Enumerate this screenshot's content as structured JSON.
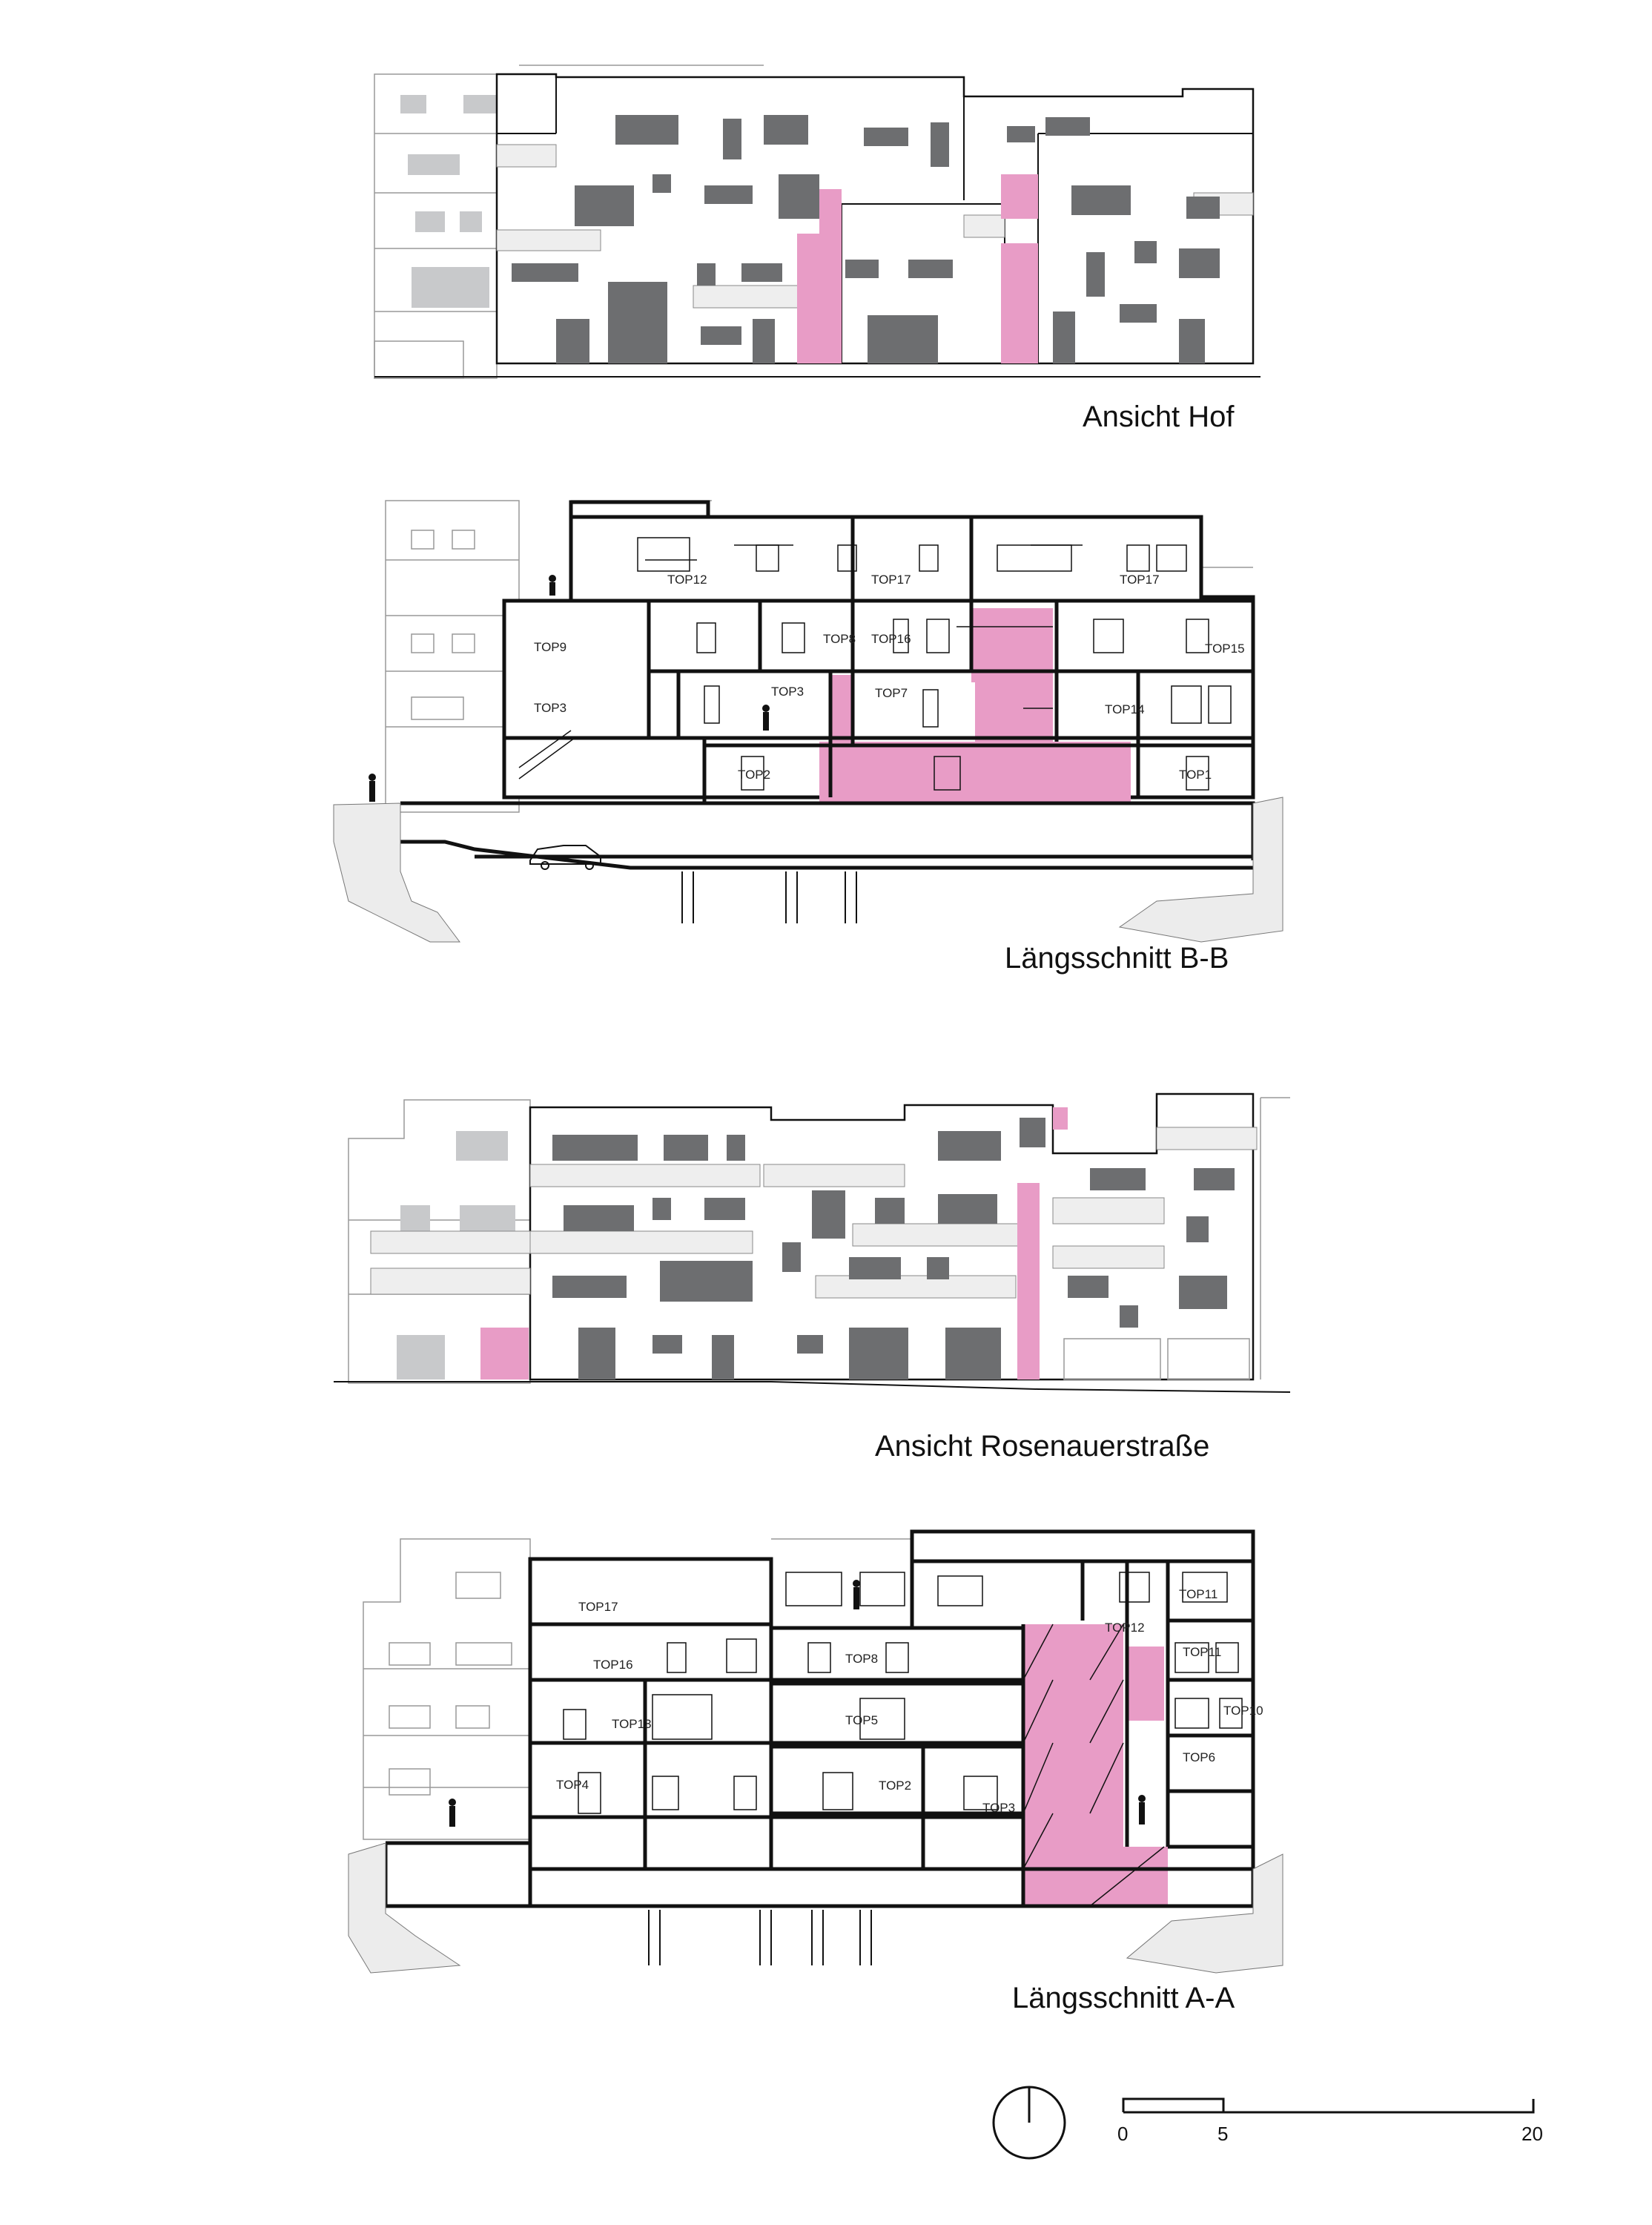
{
  "drawings": [
    {
      "title": "Ansicht Hof"
    },
    {
      "title": "Längsschnitt B-B"
    },
    {
      "title": "Ansicht Rosenauerstraße"
    },
    {
      "title": "Längsschnitt A-A"
    }
  ],
  "units_bb": [
    "TOP12",
    "TOP17",
    "TOP17",
    "TOP9",
    "TOP8",
    "TOP16",
    "TOP15",
    "TOP3",
    "TOP3",
    "TOP7",
    "TOP14",
    "TOP2",
    "TOP1"
  ],
  "units_aa": [
    "TOP17",
    "TOP11",
    "TOP12",
    "TOP11",
    "TOP16",
    "TOP8",
    "TOP10",
    "TOP13",
    "TOP5",
    "TOP6",
    "TOP4",
    "TOP2",
    "TOP3"
  ],
  "scale_bar": {
    "labels": [
      "0",
      "5",
      "20"
    ]
  },
  "colors": {
    "accent": "#e89cc6",
    "window": "#6d6e70",
    "window_light": "#c8c9cb",
    "line": "#111111"
  },
  "icons": [
    "north-arrow-icon",
    "person-icon",
    "car-icon"
  ]
}
